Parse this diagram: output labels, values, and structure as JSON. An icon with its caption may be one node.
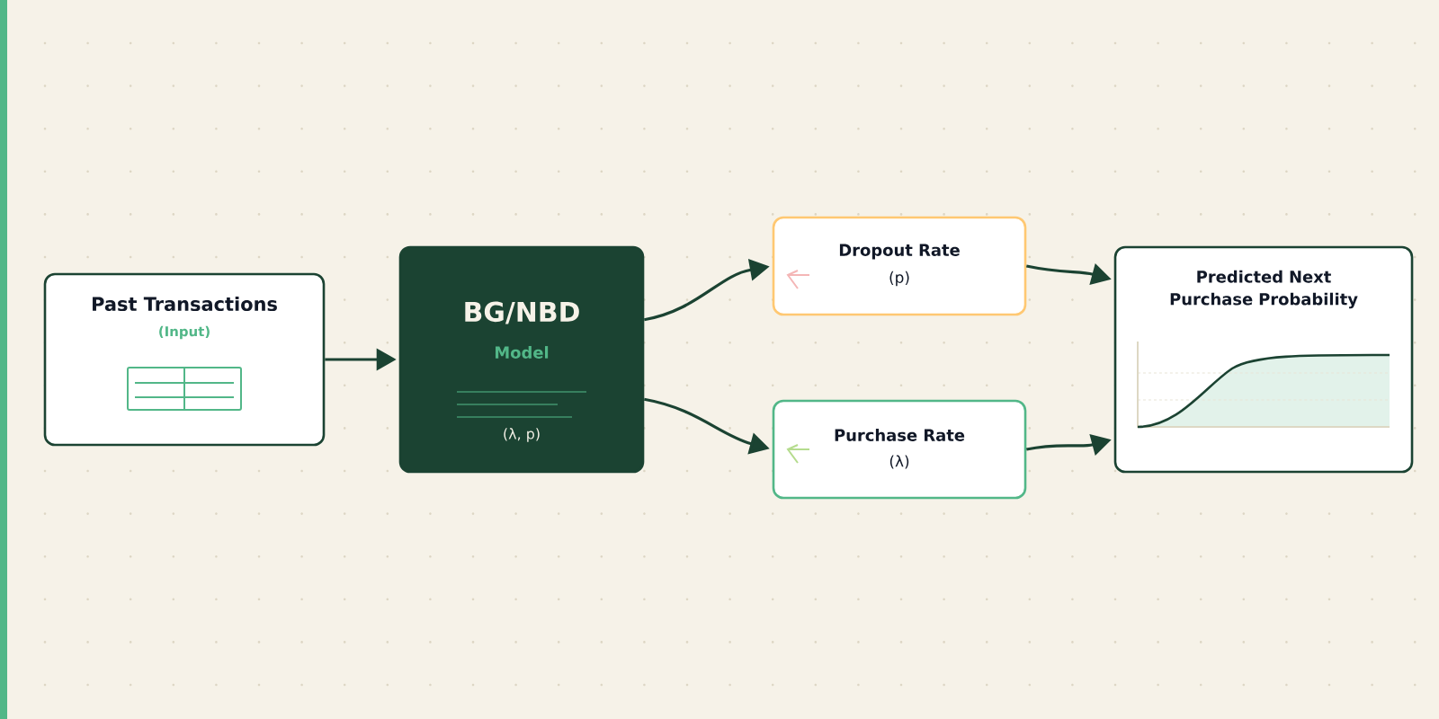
{
  "diagram": {
    "nodes": [
      {
        "text": [
          "Past Transactions",
          "(Input)"
        ]
      },
      {
        "text": [
          "BG/NBD",
          "Model",
          "(λ, p)"
        ]
      },
      {
        "text": [
          "Dropout Rate",
          "(p)"
        ]
      },
      {
        "text": [
          "Purchase Rate",
          "(λ)"
        ]
      },
      {
        "text": [
          "Predicted Next Purchase Probability"
        ]
      }
    ],
    "edges": [
      {
        "from": 0,
        "to": 1,
        "arrow": "to"
      },
      {
        "from": 1,
        "to": 2,
        "arrow": "to"
      },
      {
        "from": 1,
        "to": 3,
        "arrow": "to"
      },
      {
        "from": 2,
        "to": 4,
        "arrow": "to"
      },
      {
        "from": 3,
        "to": 4,
        "arrow": "to"
      }
    ]
  }
}
